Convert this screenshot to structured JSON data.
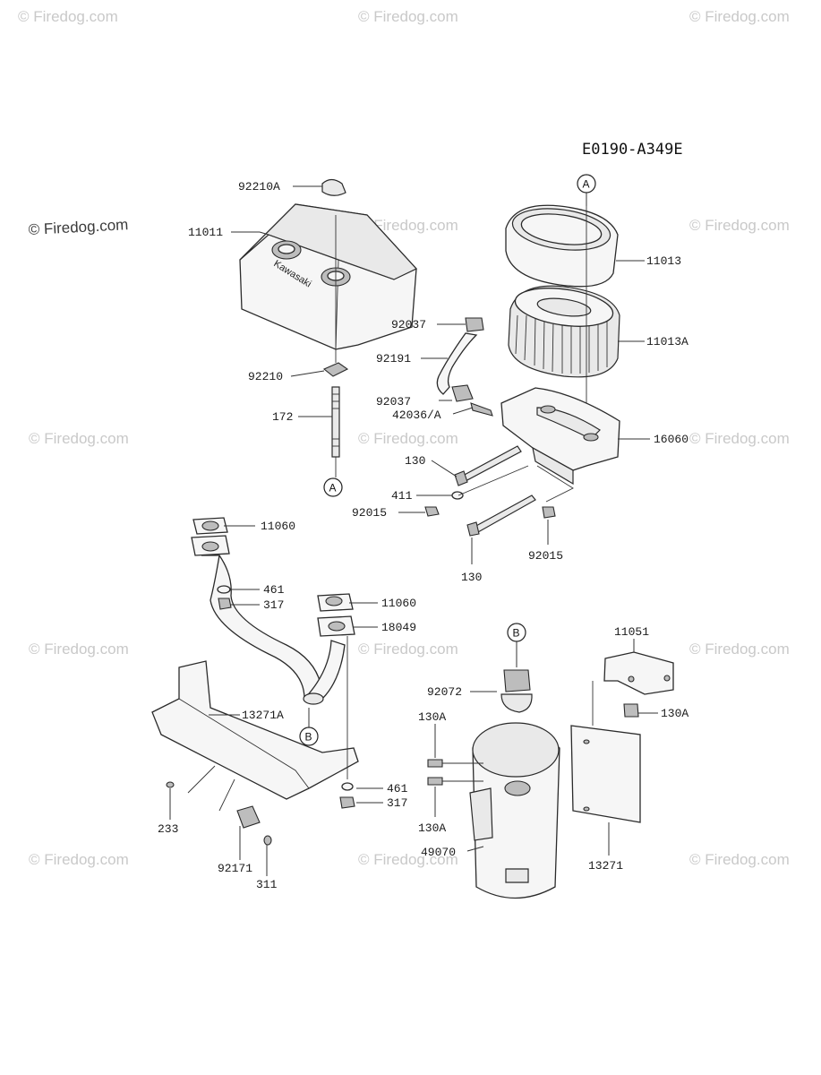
{
  "diagram_code": "E0190-A349E",
  "watermark": "© Firedog.com",
  "brand_on_cover": "Kawasaki",
  "labels": {
    "p92210A": "92210A",
    "p11011": "11011",
    "p11013": "11013",
    "p11013A": "11013A",
    "p92037a": "92037",
    "p92191": "92191",
    "p92037b": "92037",
    "p42036": "42036/A",
    "p92210": "92210",
    "p172": "172",
    "p16060": "16060",
    "p130a": "130",
    "p411": "411",
    "p92015a": "92015",
    "p92015b": "92015",
    "p130b": "130",
    "p11060a": "11060",
    "p461a": "461",
    "p317a": "317",
    "p11060b": "11060",
    "p18049": "18049",
    "p13271A": "13271A",
    "p11051": "11051",
    "p92072": "92072",
    "p130Aa": "130A",
    "p130Ab": "130A",
    "p130Ac": "130A",
    "p461b": "461",
    "p317b": "317",
    "p233": "233",
    "p92171": "92171",
    "p311": "311",
    "p49070": "49070",
    "p13271": "13271"
  },
  "refs": {
    "a1": "A",
    "a2": "A",
    "b1": "B",
    "b2": "B"
  }
}
